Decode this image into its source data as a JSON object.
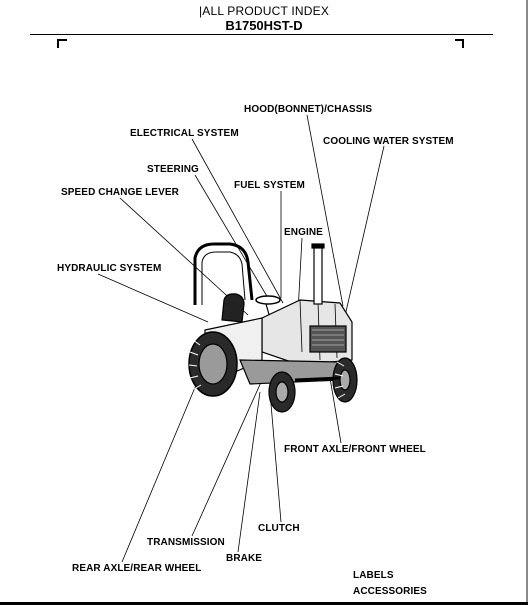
{
  "header": {
    "title": "|ALL PRODUCT INDEX",
    "model": "B1750HST-D"
  },
  "labels": {
    "hood_chassis": "HOOD(BONNET)/CHASSIS",
    "electrical_system": "ELECTRICAL SYSTEM",
    "cooling_water_system": "COOLING WATER SYSTEM",
    "steering": "STEERING",
    "fuel_system": "FUEL SYSTEM",
    "speed_change_lever": "SPEED CHANGE LEVER",
    "engine": "ENGINE",
    "hydraulic_system": "HYDRAULIC SYSTEM",
    "front_axle_front_wheel": "FRONT AXLE/FRONT WHEEL",
    "clutch": "CLUTCH",
    "transmission": "TRANSMISSION",
    "brake": "BRAKE",
    "rear_axle_rear_wheel": "REAR AXLE/REAR WHEEL",
    "labels": "LABELS",
    "accessories": "ACCESSORIES"
  }
}
